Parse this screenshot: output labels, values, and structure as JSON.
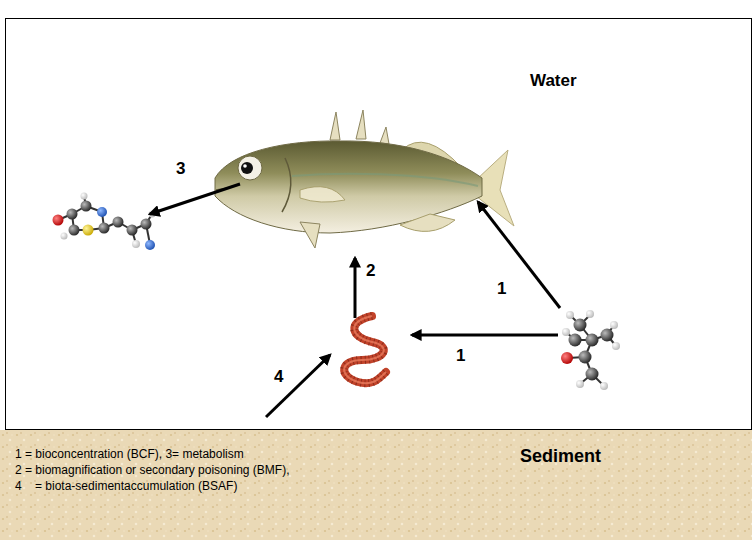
{
  "diagram": {
    "nodes": [
      {
        "text": [
          "Water"
        ]
      },
      {
        "text": [
          "Sediment",
          "1 = bioconcentration (BCF), 3= metabolism",
          "2 = biomagnification or secondary poisoning (BMF),",
          "4    = biota-sedimentaccumulation (BSAF)"
        ]
      }
    ],
    "labels": [
      "3",
      "2",
      "1",
      "1",
      "4"
    ]
  }
}
